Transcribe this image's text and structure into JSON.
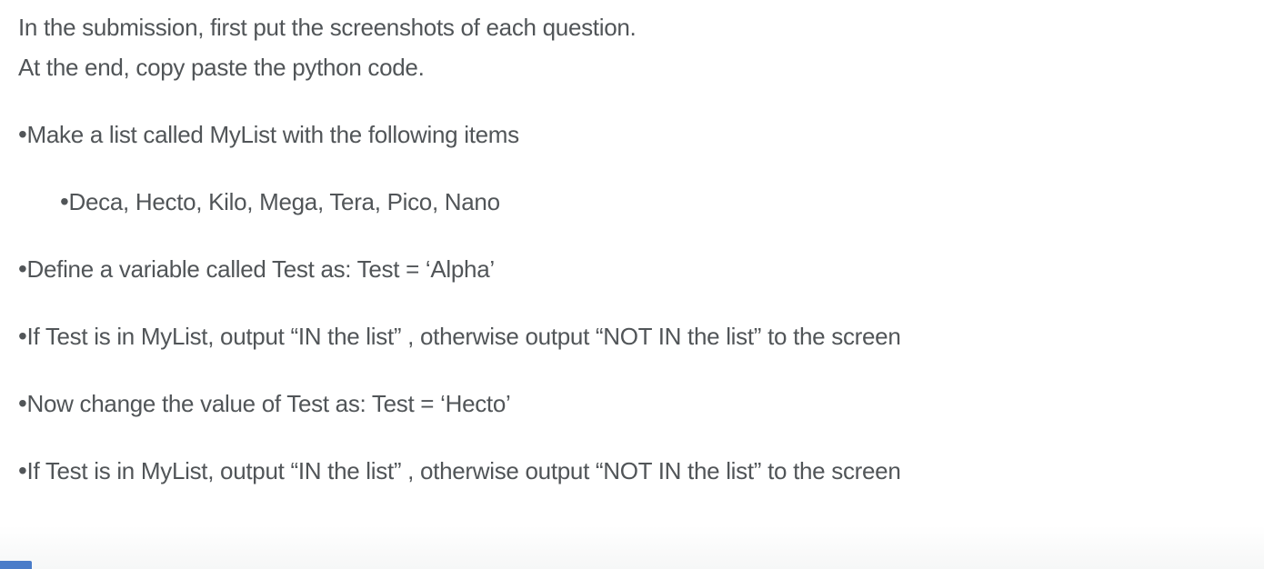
{
  "content": {
    "intro": [
      "In the submission, first put the screenshots of each question.",
      "At the end, copy paste the python code."
    ],
    "bullet_char": "•",
    "bullets": [
      {
        "level": 1,
        "text": "Make a list called MyList with the following items"
      },
      {
        "level": 2,
        "text": "Deca, Hecto, Kilo, Mega, Tera, Pico, Nano"
      },
      {
        "level": 1,
        "text": "Define a variable called Test as: Test = ‘Alpha’"
      },
      {
        "level": 1,
        "text": "If Test is in MyList, output “IN the list” , otherwise output “NOT IN the list” to the screen"
      },
      {
        "level": 1,
        "text": "Now change the value of Test as: Test = ‘Hecto’"
      },
      {
        "level": 1,
        "text": "If Test is in MyList, output “IN the list” , otherwise output “NOT IN the list” to the screen"
      }
    ],
    "colors": {
      "text": "#515558",
      "background": "#ffffff",
      "footer_fade": "#f6f7f7",
      "partial_element_blue": "#4a7cc9"
    }
  }
}
